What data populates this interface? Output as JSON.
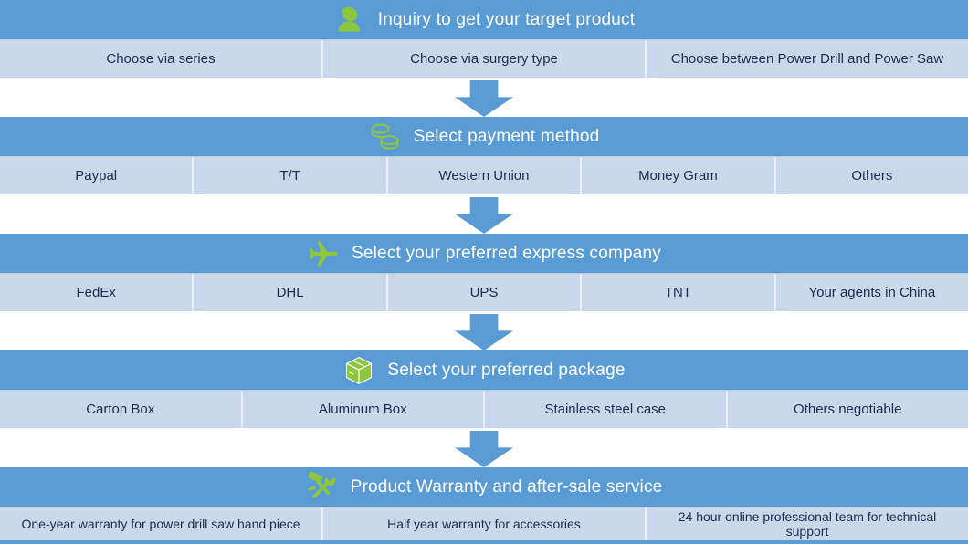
{
  "page": {
    "colors": {
      "accent_blue": "#5b9bd5",
      "row_light_blue": "#cbd8ec",
      "icon_green": "#8dc63f",
      "dark_text": "#1e2c4f"
    }
  },
  "sections": [
    {
      "title": "Inquiry to get your target product",
      "icon": "customer-service-icon",
      "options": [
        "Choose via series",
        "Choose via surgery type",
        "Choose  between Power Drill and Power Saw"
      ]
    },
    {
      "title": "Select payment method",
      "icon": "coins-icon",
      "options": [
        "Paypal",
        "T/T",
        "Western Union",
        "Money Gram",
        "Others"
      ]
    },
    {
      "title": "Select your preferred express company",
      "icon": "airplane-icon",
      "options": [
        "FedEx",
        "DHL",
        "UPS",
        "TNT",
        "Your agents in China"
      ]
    },
    {
      "title": "Select your preferred package",
      "icon": "package-icon",
      "options": [
        "Carton Box",
        "Aluminum Box",
        "Stainless steel case",
        "Others negotiable"
      ]
    },
    {
      "title": "Product Warranty and after-sale service",
      "icon": "tools-icon",
      "options": [
        "One-year warranty for power drill saw hand piece",
        "Half year warranty for accessories",
        "24 hour online  professional team for technical support"
      ]
    }
  ]
}
